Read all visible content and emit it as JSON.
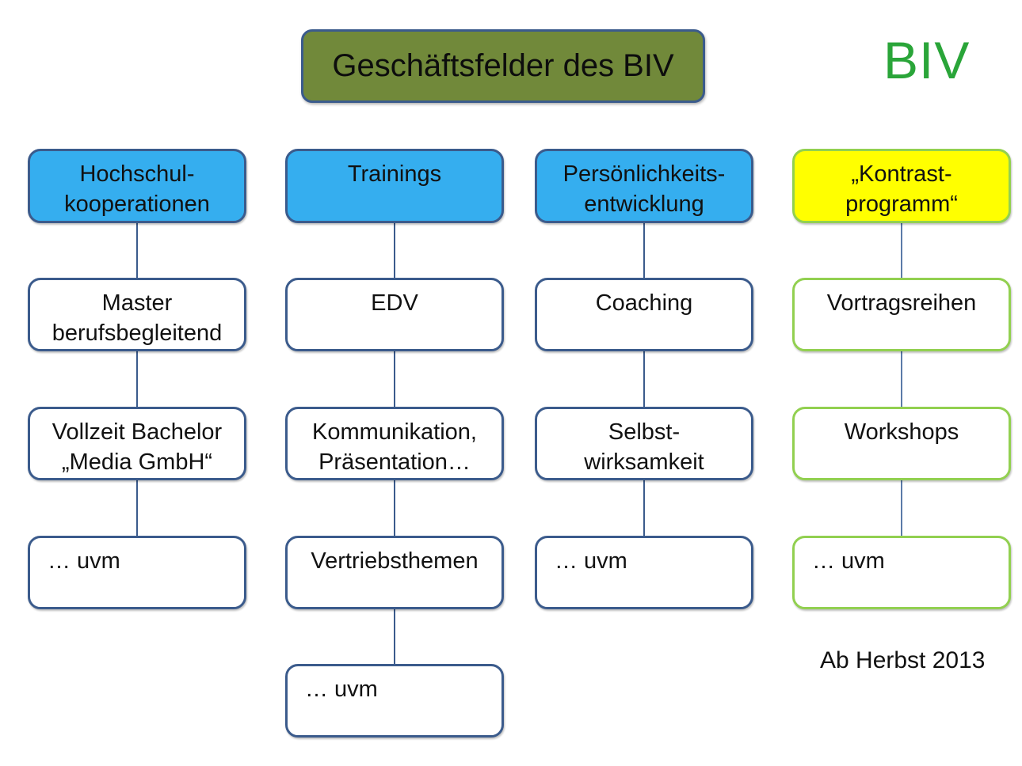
{
  "title": "Geschäftsfelder des BIV",
  "logo": "BIV",
  "note": "Ab Herbst 2013",
  "colors": {
    "title_fill": "#71893a",
    "header_fill": "#35aeef",
    "highlight_fill": "#ffff00",
    "logo_text": "#2aa539",
    "box_border": "#3b5b8c",
    "green_border": "#92d050"
  },
  "columns": [
    {
      "header": "Hochschul-\nkooperationen",
      "items": [
        "Master\nberufsbegleitend",
        "Vollzeit  Bachelor\n„Media  GmbH“",
        "… uvm"
      ]
    },
    {
      "header": "Trainings",
      "items": [
        "EDV",
        "Kommunikation,\nPräsentation…",
        "Vertriebsthemen",
        "… uvm"
      ]
    },
    {
      "header": "Persönlichkeits-\nentwicklung",
      "items": [
        "Coaching",
        "Selbst-\nwirksamkeit",
        "… uvm"
      ]
    },
    {
      "header": "„Kontrast-\nprogramm“",
      "items": [
        "Vortragsreihen",
        "Workshops",
        "… uvm"
      ]
    }
  ]
}
